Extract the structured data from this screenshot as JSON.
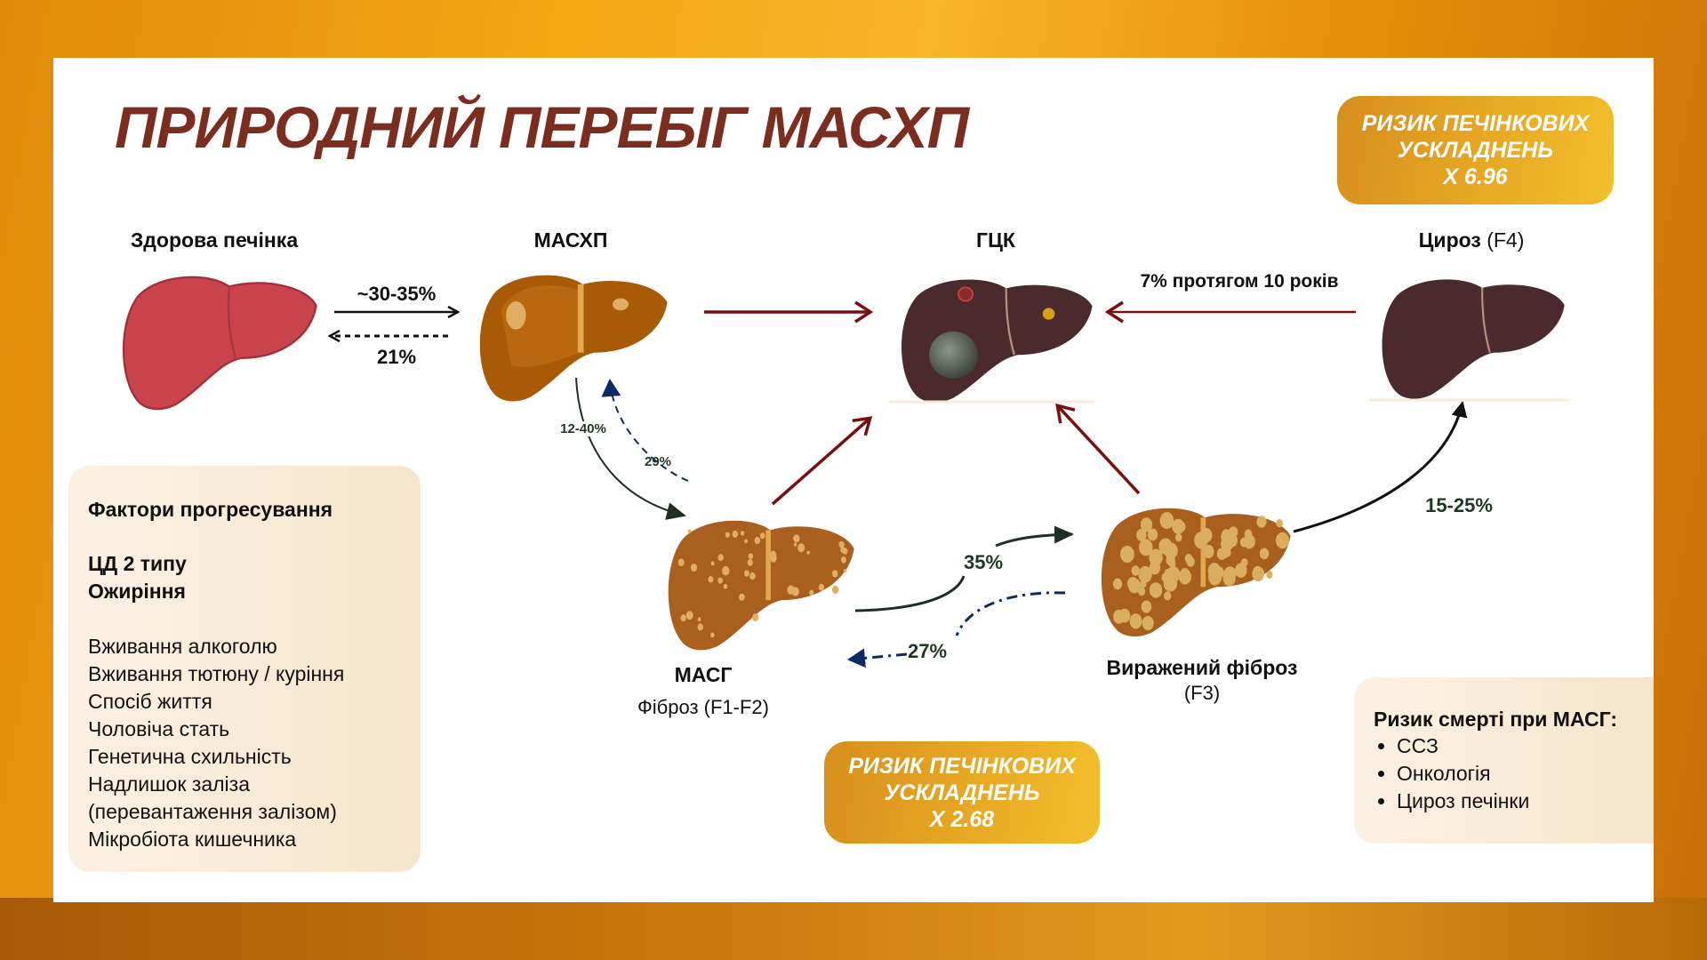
{
  "title": "ПРИРОДНИЙ ПЕРЕБІГ МАСХП",
  "badge_top": {
    "lines": [
      "РИЗИК ПЕЧІНКОВИХ",
      "УСКЛАДНЕНЬ",
      "X 6.96"
    ]
  },
  "badge_bottom": {
    "lines": [
      "РИЗИК ПЕЧІНКОВИХ",
      "УСКЛАДНЕНЬ",
      "X 2.68"
    ]
  },
  "stages": {
    "healthy": {
      "label": "Здорова печінка"
    },
    "masld": {
      "label": "МАСХП"
    },
    "hcc": {
      "label": "ГЦК"
    },
    "cirrhosis": {
      "label": "Цироз",
      "sub": "(F4)"
    },
    "mash": {
      "label": "МАСГ",
      "sub": "Фіброз (F1-F2)"
    },
    "f3": {
      "label": "Виражений фіброз",
      "sub": "(F3)"
    }
  },
  "transitions": {
    "healthy_to_masld": "~30-35%",
    "masld_to_healthy": "21%",
    "cirrhosis_to_hcc": "7% протягом 10 років",
    "masld_to_mash": "12-40%",
    "mash_to_masld": "29%",
    "mash_to_f3": "35%",
    "f3_to_mash": "27%",
    "f3_to_cirrhosis": "15-25%"
  },
  "factors": {
    "heading": "Фактори прогресування",
    "major": [
      "ЦД 2 типу",
      "Ожиріння"
    ],
    "other": [
      "Вживання алкоголю",
      "Вживання тютюну / куріння",
      "Спосіб життя",
      "Чоловіча стать",
      "Генетична схильність",
      "Надлишок заліза",
      "(перевантаження залізом)",
      "Мікробіота кишечника"
    ]
  },
  "death_risk": {
    "heading": "Ризик смерті при МАСГ:",
    "items": [
      "ССЗ",
      "Онкологія",
      "Цироз печінки"
    ]
  },
  "colors": {
    "title": "#7b2e1f",
    "progression_arrow": "#7a0f0f",
    "pct_text": "#1d3a20",
    "regression_arrow": "#0d2a66"
  }
}
